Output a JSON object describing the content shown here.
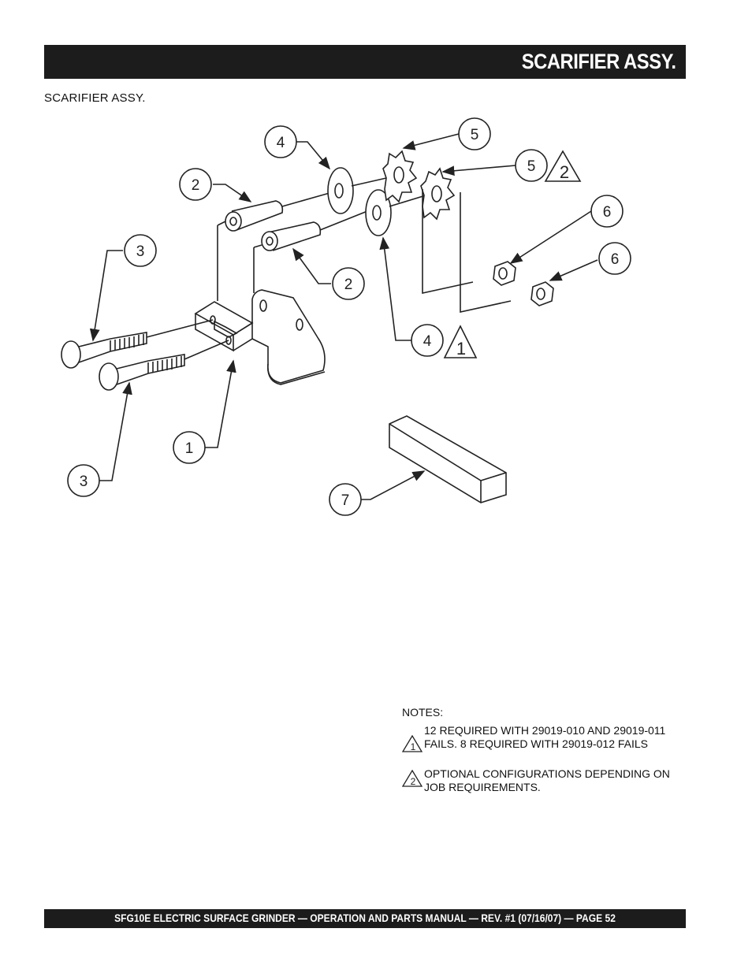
{
  "header": {
    "title": "SCARIFIER ASSY."
  },
  "section_label": "SCARIFIER ASSY.",
  "diagram": {
    "callouts": [
      {
        "label": "1"
      },
      {
        "label": "2"
      },
      {
        "label": "2"
      },
      {
        "label": "3"
      },
      {
        "label": "3"
      },
      {
        "label": "4"
      },
      {
        "label": "4"
      },
      {
        "label": "5"
      },
      {
        "label": "5"
      },
      {
        "label": "6"
      },
      {
        "label": "6"
      },
      {
        "label": "7"
      }
    ],
    "note_flags": [
      {
        "label": "2"
      },
      {
        "label": "1"
      }
    ]
  },
  "notes": {
    "heading": "NOTES:",
    "items": [
      {
        "flag": "1",
        "text": "12 REQUIRED WITH 29019-010 AND 29019-011 FAILS. 8 REQUIRED WITH 29019-012 FAILS"
      },
      {
        "flag": "2",
        "text": "OPTIONAL CONFIGURATIONS DEPENDING ON JOB REQUIREMENTS."
      }
    ]
  },
  "footer": {
    "text": "SFG10E ELECTRIC SURFACE GRINDER — OPERATION AND PARTS MANUAL — REV. #1 (07/16/07) — PAGE 52"
  }
}
